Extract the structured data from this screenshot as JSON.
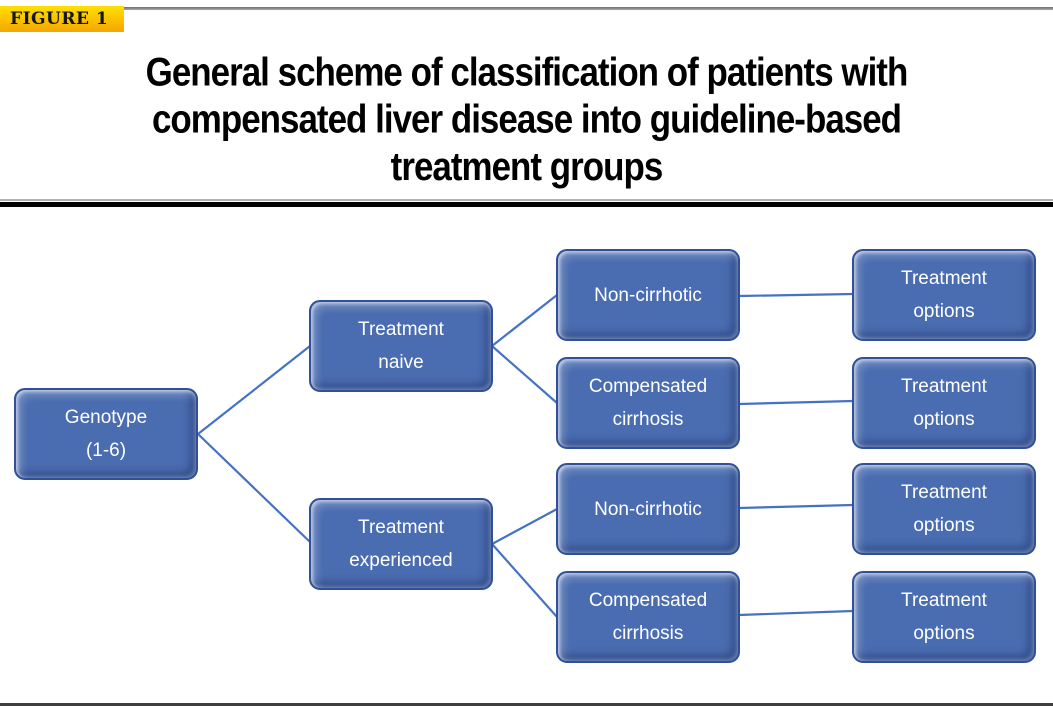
{
  "figure": {
    "label": "FIGURE 1",
    "title_lines": [
      "General scheme of classification of patients with",
      "compensated liver disease into guideline-based",
      "treatment groups"
    ]
  },
  "nodes": [
    {
      "id": "genotype",
      "lines": [
        "Genotype",
        "(1-6)"
      ]
    },
    {
      "id": "treatment-naive",
      "lines": [
        "Treatment",
        "naive"
      ]
    },
    {
      "id": "treatment-experienced",
      "lines": [
        "Treatment",
        "experienced"
      ]
    },
    {
      "id": "naive-non-cirrhotic",
      "lines": [
        "Non-cirrhotic"
      ]
    },
    {
      "id": "naive-compensated-cirrhosis",
      "lines": [
        "Compensated",
        "cirrhosis"
      ]
    },
    {
      "id": "experienced-non-cirrhotic",
      "lines": [
        "Non-cirrhotic"
      ]
    },
    {
      "id": "experienced-compensated-cirrhosis",
      "lines": [
        "Compensated",
        "cirrhosis"
      ]
    },
    {
      "id": "treatment-options-1",
      "lines": [
        "Treatment",
        "options"
      ]
    },
    {
      "id": "treatment-options-2",
      "lines": [
        "Treatment",
        "options"
      ]
    },
    {
      "id": "treatment-options-3",
      "lines": [
        "Treatment",
        "options"
      ]
    },
    {
      "id": "treatment-options-4",
      "lines": [
        "Treatment",
        "options"
      ]
    }
  ],
  "colors": {
    "node_fill": "#4a6cb0",
    "node_border": "#30509a",
    "connector_line": "#4472c4",
    "figure_label_bg_top": "#ffdf00",
    "figure_label_bg_bottom": "#f4a700",
    "figure_label_text": "#151515",
    "title_text": "#000000",
    "top_rule": "#8c8c8c",
    "bottom_rule": "#3d3d3d"
  }
}
